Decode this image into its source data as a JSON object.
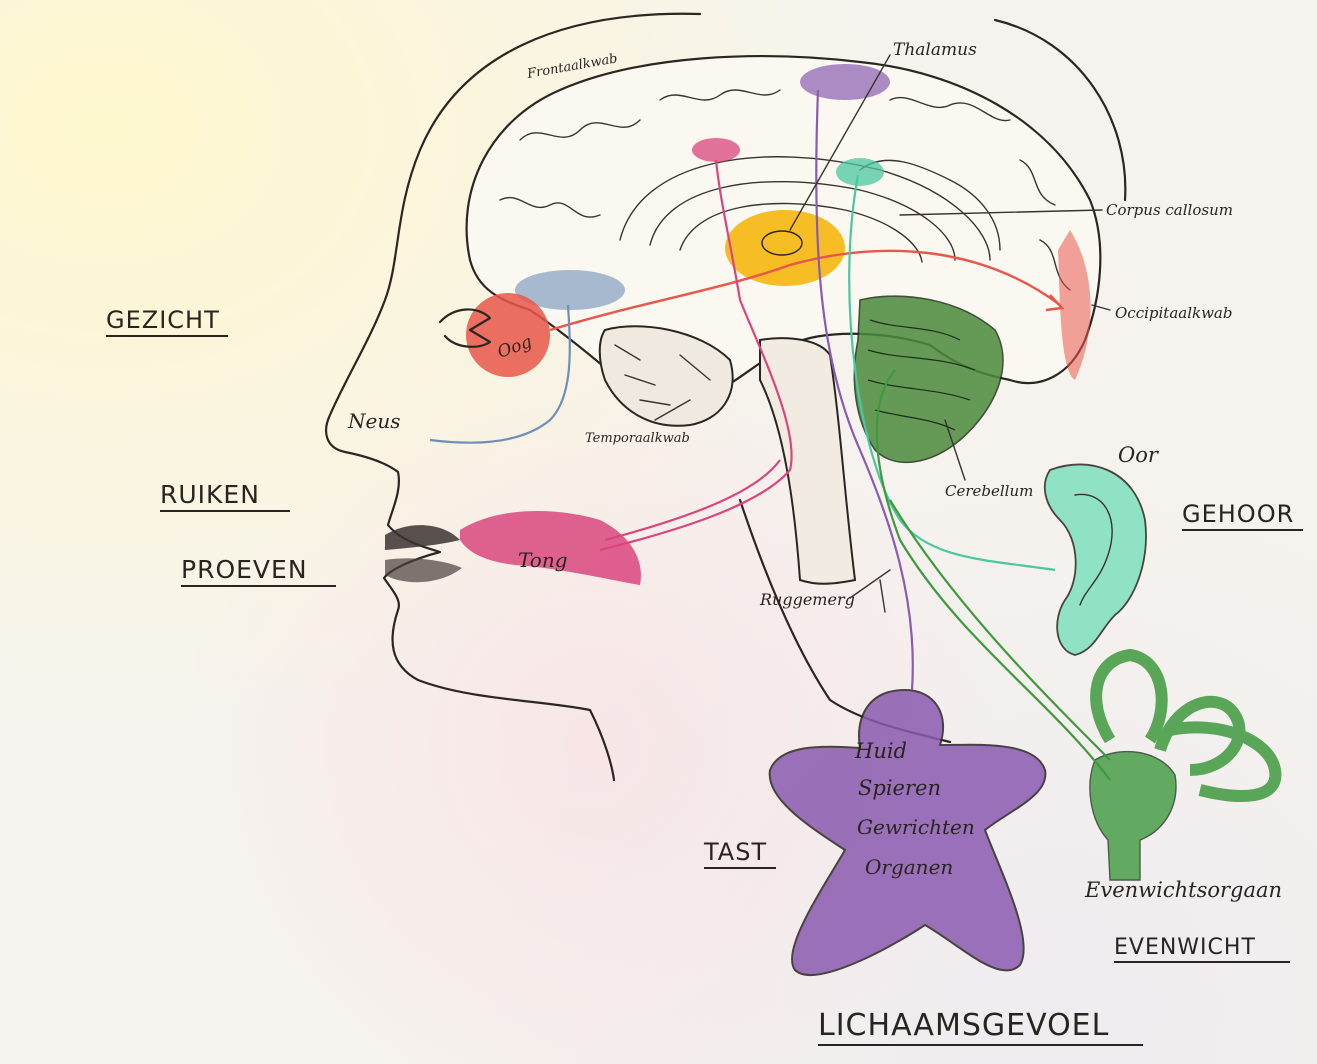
{
  "categories": {
    "gezicht": "GEZICHT",
    "ruiken": "RUIKEN",
    "proeven": "PROEVEN",
    "gehoor": "GEHOOR",
    "tast": "TAST",
    "evenwicht": "EVENWICHT",
    "lichaamsgevoel": "LICHAAMSGEVOEL"
  },
  "brain_labels": {
    "frontaalkwab": "Frontaalkwab",
    "thalamus": "Thalamus",
    "corpus_callosum": "Corpus callosum",
    "occipitaalkwab": "Occipitaalkwab",
    "temporaalkwab": "Temporaalkwab",
    "cerebellum": "Cerebellum",
    "ruggemerg": "Ruggemerg"
  },
  "organ_labels": {
    "oog": "Oog",
    "neus": "Neus",
    "tong": "Tong",
    "oor": "Oor",
    "evenwichtsorgaan": "Evenwichtsorgaan",
    "huid_lines": [
      "Huid",
      "Spieren",
      "Gewrichten",
      "Organen"
    ]
  },
  "colors": {
    "sight": "#e8574a",
    "smell": "#6f8fb8",
    "taste": "#d9467f",
    "touch": "#8a5bb0",
    "hearing": "#4cc7a0",
    "balance": "#3f9a3f",
    "thalamus": "#f4b400",
    "cerebellum": "#4c8a3c"
  }
}
